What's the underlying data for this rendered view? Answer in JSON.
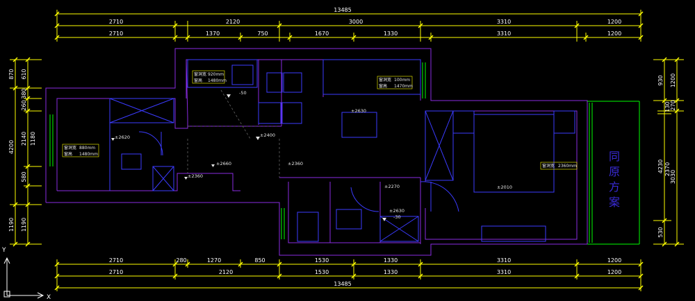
{
  "dimensions": {
    "top_total": "13485",
    "top_row1": [
      "2710",
      "2120",
      "3000",
      "3310",
      "1200"
    ],
    "top_row2": [
      "2710",
      "1370",
      "750",
      "1670",
      "1330",
      "3310",
      "1200"
    ],
    "bottom_row1": [
      "2710",
      "280",
      "1270",
      "850",
      "1530",
      "1330",
      "3310",
      "1200"
    ],
    "bottom_row2": [
      "2710",
      "2120",
      "1530",
      "1330",
      "3310",
      "1200"
    ],
    "bottom_total": "13485",
    "left_outer": [
      "870",
      "4200",
      "1190"
    ],
    "left_inner": [
      "610",
      "380",
      "260",
      "2140",
      "1180",
      "580",
      "1190"
    ],
    "right_outer": [
      "930",
      "4230",
      "530"
    ],
    "right_inner": [
      "1200",
      "130",
      "270",
      "2370",
      "3030"
    ]
  },
  "window_labels": [
    {
      "a": "窗洞宽",
      "b": "920mm",
      "c": "窗高",
      "d": "1480mm"
    },
    {
      "a": "窗洞宽",
      "b": "880mm",
      "c": "窗高",
      "d": "1480mm"
    },
    {
      "a": "窗洞宽",
      "b": "100mm",
      "c": "窗高",
      "d": "1470mm"
    },
    {
      "a": "窗洞宽",
      "b": "2360mm"
    }
  ],
  "levels": [
    "-50",
    "±2400",
    "±2620",
    "±2660",
    "±2360",
    "±2360",
    "±2630",
    "±2270",
    "±2010",
    "±2630",
    "-30"
  ],
  "side_note": [
    "同",
    "原",
    "方",
    "案"
  ],
  "axis": {
    "y": "Y",
    "x": "X"
  },
  "colors": {
    "background": "#000000",
    "dimension": "#ffff00",
    "wall": "#8a2be2",
    "furniture": "#3b3bff",
    "window": "#00ff00",
    "text": "#ffffff"
  }
}
